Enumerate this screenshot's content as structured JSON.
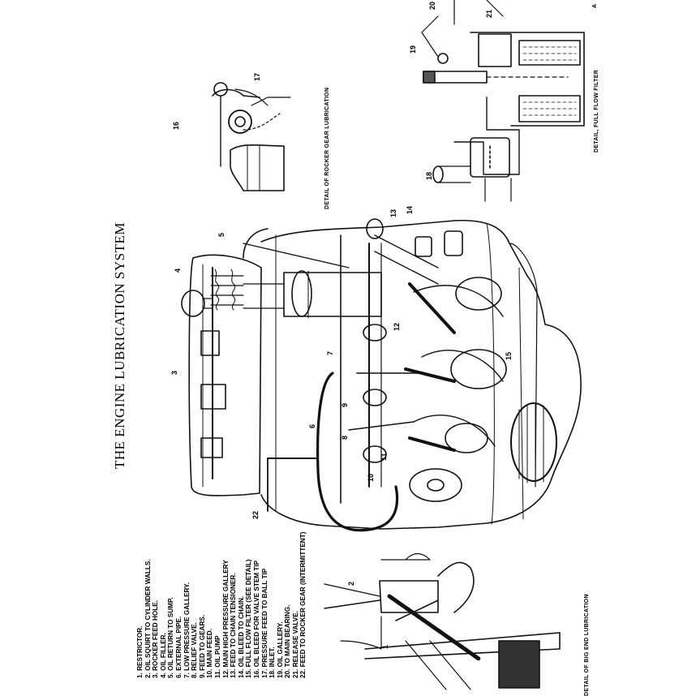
{
  "title": "THE ENGINE LUBRICATION SYSTEM",
  "captions": {
    "rocker": "DETAIL OF ROCKER GEAR LUBRICATION",
    "filter": "DETAIL, FULL FLOW FILTER",
    "big_end": "DETAIL OF BIG END LUBRICATION",
    "corner": "A"
  },
  "legend": [
    "1. RESTRICTOR.",
    "2. OIL SQUIRT TO CYLINDER WALLS.",
    "3. ROCKER FEED HOLE.",
    "4. OIL FILLER.",
    "5. OIL RETURN TO SUMP.",
    "6. EXTERNAL PIPE.",
    "7. LOW PRESSURE GALLERY.",
    "8. RELIEF VALVE.",
    "9. FEED TO GEARS.",
    "10. MAIN FEED.",
    "11. OIL PUMP",
    "12. MAIN HIGH PRESSURE GALLERY",
    "13. FEED TO CHAIN TENSIONER.",
    "14. OIL BLEED TO CHAIN.",
    "15. FULL FLOW FILTER (SEE DETAIL)",
    "16. OIL BLEED FOR VALVE STEM TIP",
    "17. PRESSURE FEED TO BALL TIP",
    "18. INLET.",
    "19. OIL GALLERY.",
    "20. TO MAIN BEARING.",
    "21. RELEASE VALVE.",
    "22. FEED TO ROCKER GEAR (INTERMITTENT)"
  ],
  "callouts": {
    "c1": "1",
    "c2": "2",
    "c3": "3",
    "c4": "4",
    "c5": "5",
    "c6": "6",
    "c7": "7",
    "c8": "8",
    "c9": "9",
    "c10": "10",
    "c11": "11",
    "c12": "12",
    "c13": "13",
    "c14": "14",
    "c15": "15",
    "c16": "16",
    "c17": "17",
    "c18": "18",
    "c19": "19",
    "c20": "20",
    "c21": "21",
    "c22": "22"
  }
}
